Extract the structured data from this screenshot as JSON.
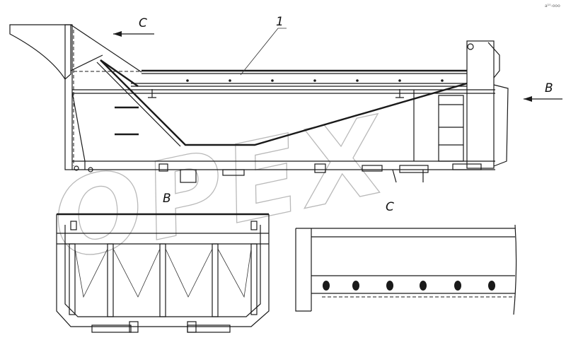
{
  "watermark": {
    "text": "OPEX"
  },
  "labels": {
    "view_c_arrow": "C",
    "part_number": "1",
    "view_b_arrow": "B",
    "view_b_title": "B",
    "view_c_title": "C"
  },
  "corner_stamp": "a¹⁰-ooo"
}
